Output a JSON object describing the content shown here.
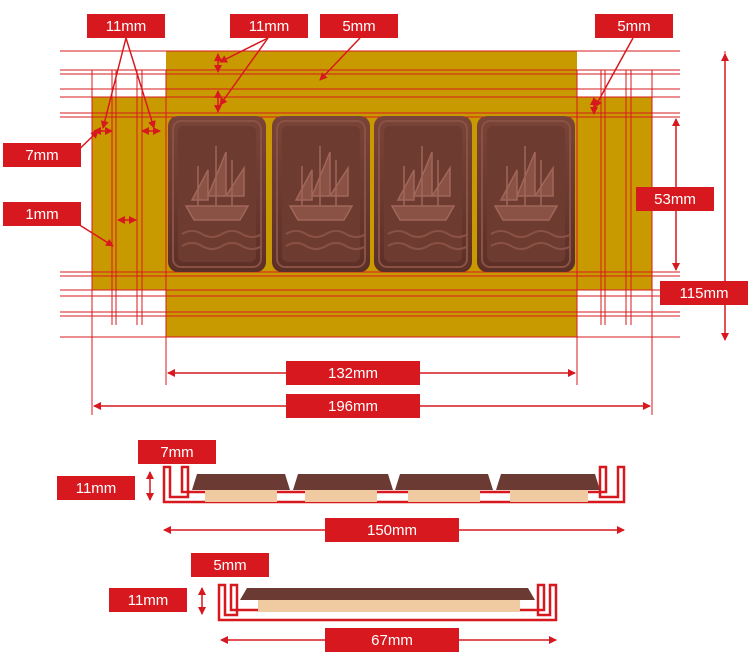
{
  "top_view": {
    "dimensions": {
      "top_11mm_a": "11mm",
      "top_11mm_b": "11mm",
      "top_5mm_a": "5mm",
      "top_5mm_b": "5mm",
      "left_7mm": "7mm",
      "left_1mm": "1mm",
      "right_53mm": "53mm",
      "right_115mm": "115mm",
      "bottom_132mm": "132mm",
      "bottom_196mm": "196mm"
    },
    "tablet_count": 4
  },
  "section_long": {
    "wall_label": "7mm",
    "height_label": "11mm",
    "width_label": "150mm",
    "tablet_count": 4
  },
  "section_short": {
    "wall_label": "5mm",
    "height_label": "11mm",
    "width_label": "67mm"
  },
  "colors": {
    "tray": "#c99a00",
    "dimension_red": "#d7191f",
    "chocolate": "#6b3a32",
    "biscuit": "#f0caa0"
  }
}
